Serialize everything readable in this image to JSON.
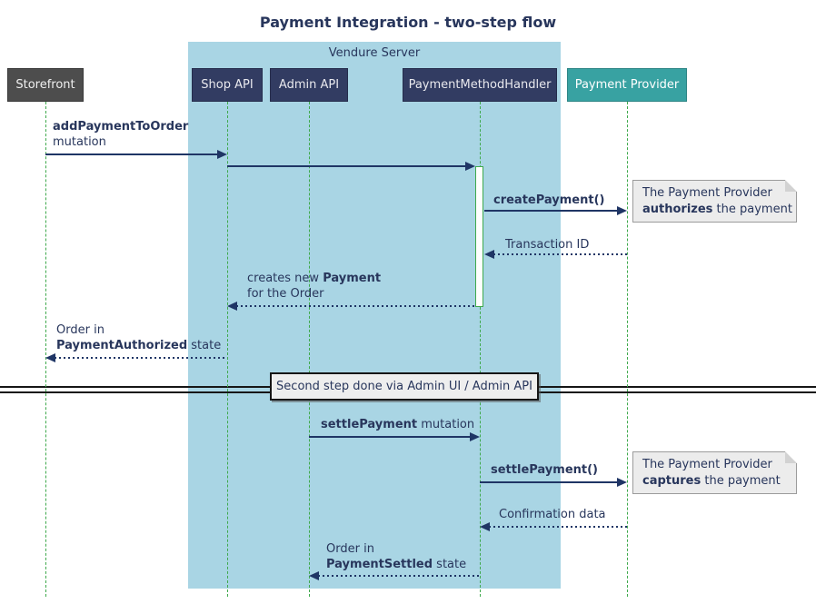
{
  "title": "Payment Integration - two-step flow",
  "frame": {
    "label": "Vendure Server"
  },
  "participants": [
    {
      "label": "Storefront"
    },
    {
      "label": "Shop API"
    },
    {
      "label": "Admin API"
    },
    {
      "label": "PaymentMethodHandler"
    },
    {
      "label": "Payment Provider"
    }
  ],
  "messages": {
    "add_payment": {
      "bold": "addPaymentToOrder",
      "line2": "mutation"
    },
    "create_payment": {
      "label": "createPayment()"
    },
    "transaction_id": {
      "label": "Transaction ID"
    },
    "creates_payment": {
      "pre": "creates new ",
      "bold": "Payment",
      "line2": "for the Order"
    },
    "order_authorized": {
      "line1": "Order in",
      "bold": "PaymentAuthorized",
      "rest": " state"
    },
    "settle_mutation": {
      "bold": "settlePayment",
      "rest": " mutation"
    },
    "settle_call": {
      "label": "settlePayment()"
    },
    "confirmation": {
      "label": "Confirmation data"
    },
    "order_settled": {
      "line1": "Order in",
      "bold": "PaymentSettled",
      "rest": " state"
    }
  },
  "notes": [
    {
      "line1": "The Payment Provider",
      "bold": "authorizes",
      "rest": " the payment"
    },
    {
      "line1": "The Payment Provider",
      "bold": "captures",
      "rest": " the payment"
    }
  ],
  "divider": {
    "label": "Second step done via Admin UI / Admin API"
  },
  "colors": {
    "navy-text": "#28365c",
    "navy-box": "#323c62",
    "navy-box-border": "#252d4c",
    "arrow": "#1f3565",
    "frame-blue": "#a9d5e4",
    "lifeline-green": "#3fa94c",
    "storefront-gray": "#4d4d4d",
    "storefront-border": "#3a3a3a",
    "teal": "#38a2a2",
    "teal-border": "#2d8585",
    "note-bg": "#ececec",
    "note-border": "#9b9b9b",
    "note-fold": "#d2d2d2",
    "divider-dark": "#161616",
    "divider-box-bg": "#eeeeee"
  }
}
